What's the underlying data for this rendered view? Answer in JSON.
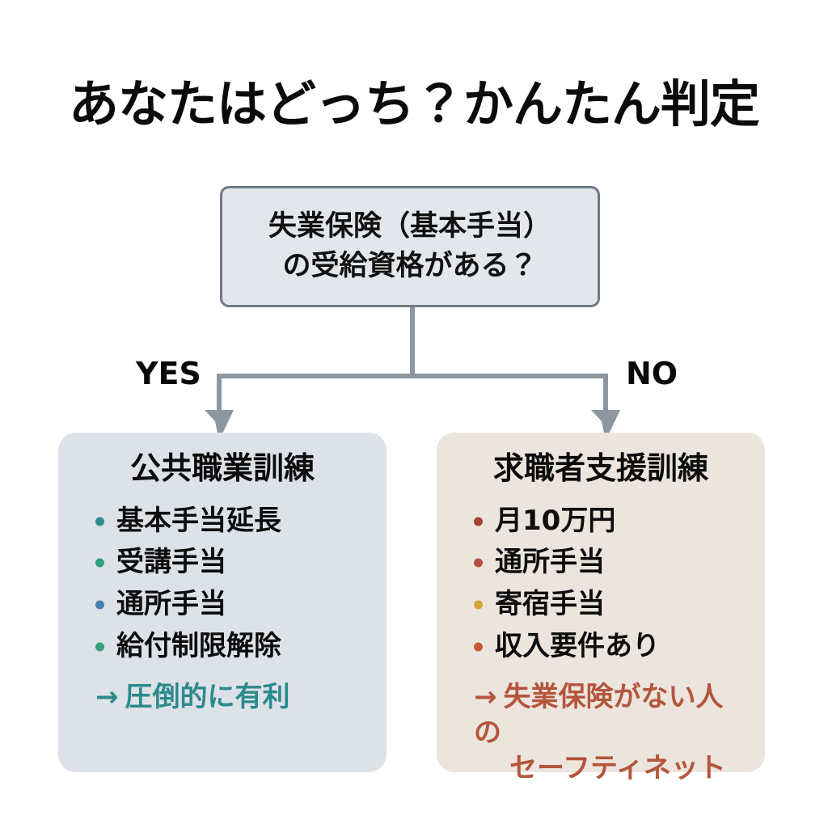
{
  "title": "あなたはどっち？かんたん判定",
  "background_color": "#ffffff",
  "decision": {
    "line1": "失業保険（基本手当）",
    "line2": "の受給資格がある？",
    "fill_color": "#e3e7ec",
    "border_color": "#6f7a87"
  },
  "connector_color": "#8d97a2",
  "branches": {
    "yes_label": "YES",
    "no_label": "NO"
  },
  "cards": {
    "left": {
      "heading": "公共職業訓練",
      "fill_color": "#dde1e8",
      "bullets": [
        {
          "text": "基本手当延長",
          "dot_color": "#2f8c8c"
        },
        {
          "text": "受講手当",
          "dot_color": "#2fa07e"
        },
        {
          "text": "通所手当",
          "dot_color": "#4a7fb5"
        },
        {
          "text": "給付制限解除",
          "dot_color": "#35a377"
        }
      ],
      "conclusion_arrow": "→",
      "conclusion_text": "圧倒的に有利",
      "conclusion_color": "#2b8a8c"
    },
    "right": {
      "heading": "求職者支援訓練",
      "fill_color": "#ece5de",
      "bullets": [
        {
          "text": "月10万円",
          "dot_color": "#a8402f"
        },
        {
          "text": "通所手当",
          "dot_color": "#b4503f"
        },
        {
          "text": "寄宿手当",
          "dot_color": "#daa338"
        },
        {
          "text": "収入要件あり",
          "dot_color": "#c45a35"
        }
      ],
      "conclusion_arrow": "→",
      "conclusion_text": "失業保険がない人の",
      "conclusion_text_line2": "セーフティネット",
      "conclusion_color": "#b4553c"
    }
  }
}
